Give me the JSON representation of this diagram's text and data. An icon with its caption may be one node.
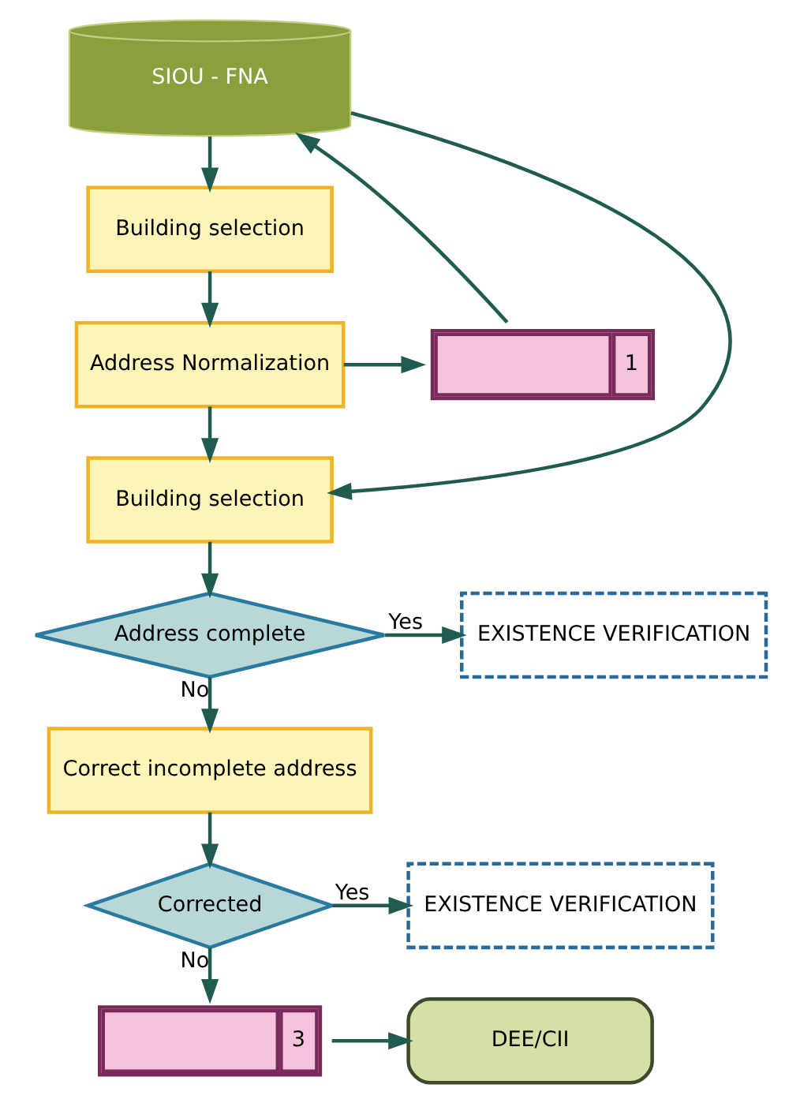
{
  "diagram": {
    "nodes": [
      {
        "text": [
          "SIOU - FNA"
        ]
      },
      {
        "text": [
          "Building selection"
        ]
      },
      {
        "text": [
          "Address Normalization"
        ]
      },
      {
        "text": [
          "1"
        ]
      },
      {
        "text": [
          "Building selection"
        ]
      },
      {
        "text": [
          "Address complete"
        ]
      },
      {
        "text": [
          "EXISTENCE VERIFICATION"
        ]
      },
      {
        "text": [
          "Correct incomplete address"
        ]
      },
      {
        "text": [
          "Corrected"
        ]
      },
      {
        "text": [
          "EXISTENCE VERIFICATION"
        ]
      },
      {
        "text": [
          "3"
        ]
      },
      {
        "text": [
          "DEE/CII"
        ]
      }
    ],
    "edges": [
      {
        "from": 0,
        "to": 1,
        "arrow": "to"
      },
      {
        "from": 1,
        "to": 2,
        "arrow": "to"
      },
      {
        "from": 2,
        "to": 3,
        "arrow": "to"
      },
      {
        "from": 3,
        "to": 0,
        "arrow": "to"
      },
      {
        "from": 2,
        "to": 4,
        "arrow": "to"
      },
      {
        "from": 0,
        "to": 4,
        "arrow": "to"
      },
      {
        "from": 4,
        "to": 5,
        "arrow": "to"
      },
      {
        "from": 5,
        "to": 6,
        "arrow": "to",
        "label": "Yes"
      },
      {
        "from": 5,
        "to": 7,
        "arrow": "to",
        "label": "No"
      },
      {
        "from": 7,
        "to": 8,
        "arrow": "to"
      },
      {
        "from": 8,
        "to": 9,
        "arrow": "to",
        "label": "Yes"
      },
      {
        "from": 8,
        "to": 10,
        "arrow": "to",
        "label": "No"
      },
      {
        "from": 10,
        "to": 11,
        "arrow": "to"
      }
    ]
  }
}
